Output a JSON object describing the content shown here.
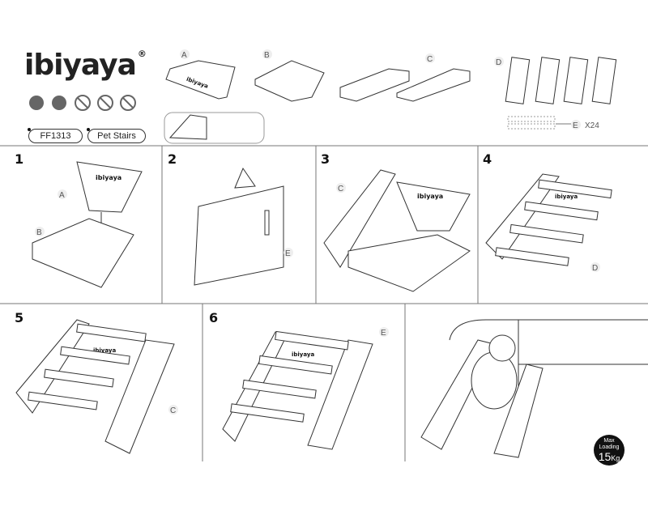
{
  "brand": {
    "name": "ibiyaya",
    "registered": "®"
  },
  "product": {
    "code": "FF1313",
    "name": "Pet Stairs"
  },
  "icons": [
    "recycle-icon",
    "time-icon",
    "no-hammer-icon",
    "no-screwdriver-icon",
    "no-wrench-icon"
  ],
  "parts": {
    "A": "A",
    "B": "B",
    "C": "C",
    "D": "D",
    "E": "E",
    "E_qty": "X24"
  },
  "steps": [
    "1",
    "2",
    "3",
    "4",
    "5",
    "6"
  ],
  "piece_label": "ibiyaya",
  "max_loading": {
    "line1": "Max",
    "line2": "Loading",
    "value": "15",
    "unit": "Kg"
  }
}
